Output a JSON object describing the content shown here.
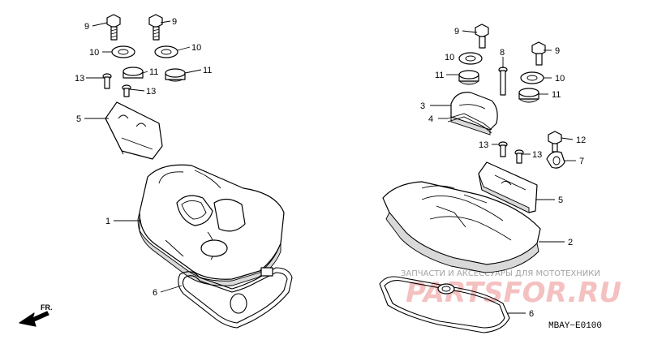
{
  "callouts": {
    "c9a": "9",
    "c9b": "9",
    "c10a": "10",
    "c10b": "10",
    "c11a": "11",
    "c11b": "11",
    "c13a": "13",
    "c13b": "13",
    "c5a": "5",
    "c1": "1",
    "c6a": "6",
    "c9c": "9",
    "c9d": "9",
    "c10c": "10",
    "c10d": "10",
    "c8": "8",
    "c11c": "11",
    "c11d": "11",
    "c3": "3",
    "c4": "4",
    "c12": "12",
    "c13c": "13",
    "c13d": "13",
    "c7": "7",
    "c5b": "5",
    "c2": "2",
    "c6b": "6"
  },
  "front_label": "FR.",
  "diagram_code": "MBAY−E0100",
  "watermark": {
    "logo": "PARTSFOR.RU",
    "subtitle": "ЗАПЧАСТИ И АКСЕССУАРЫ ДЛЯ МОТОТЕХНИКИ"
  }
}
